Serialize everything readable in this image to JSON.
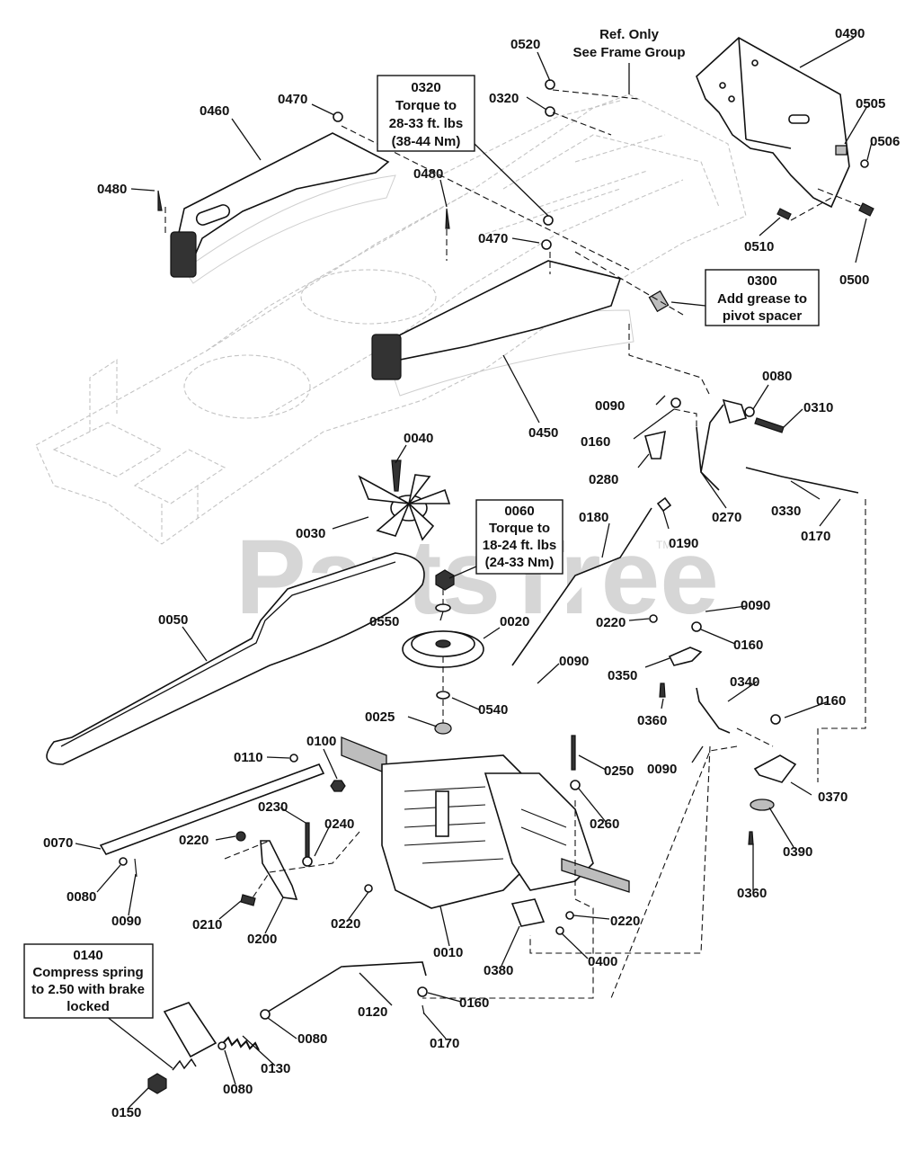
{
  "watermark": {
    "text": "PartsTree",
    "tm": "TM"
  },
  "notes": {
    "frame_ref": [
      "Ref. Only",
      "See Frame Group"
    ],
    "n0320": [
      "0320",
      "Torque to",
      "28-33 ft. lbs",
      "(38-44 Nm)"
    ],
    "n0300": [
      "0300",
      "Add grease to",
      "pivot spacer"
    ],
    "n0060": [
      "0060",
      "Torque to",
      "18-24 ft. lbs",
      "(24-33 Nm)"
    ],
    "n0140": [
      "0140",
      "Compress spring",
      "to 2.50 with brake",
      "locked"
    ]
  },
  "callouts": [
    "0520",
    "0320",
    "0490",
    "0460",
    "0470",
    "0505",
    "0506",
    "0480",
    "0480",
    "0470",
    "0510",
    "0500",
    "0080",
    "0090",
    "0310",
    "0160",
    "0450",
    "0040",
    "0280",
    "0270",
    "0330",
    "0170",
    "0030",
    "0180",
    "0190",
    "0050",
    "0550",
    "0020",
    "0090",
    "0220",
    "0160",
    "0090",
    "0350",
    "0340",
    "0360",
    "0540",
    "0025",
    "0160",
    "0110",
    "0100",
    "0250",
    "0090",
    "0370",
    "0230",
    "0070",
    "0220",
    "0240",
    "0260",
    "0390",
    "0080",
    "0090",
    "0210",
    "0200",
    "0220",
    "0220",
    "0010",
    "0360",
    "0380",
    "0400",
    "0160",
    "0120",
    "0080",
    "0170",
    "0130",
    "0080",
    "0150"
  ]
}
